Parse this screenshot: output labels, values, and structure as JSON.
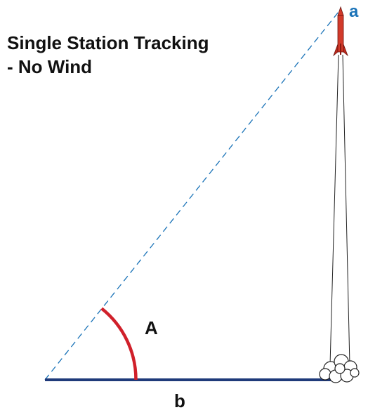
{
  "title": {
    "line1": "Single Station Tracking",
    "line2": "- No Wind"
  },
  "labels": {
    "rocket_point": "a",
    "angle": "A",
    "baseline": "b"
  },
  "colors": {
    "baseline": "#1f3a7a",
    "sightline": "#1a73b8",
    "angle_arc": "#d0202a",
    "rocket_body": "#d23a2a",
    "label_a": "#1a73b8",
    "label_text": "#111111"
  },
  "icons": {
    "rocket": "rocket-icon",
    "launch_smoke": "smoke-cloud-icon"
  }
}
